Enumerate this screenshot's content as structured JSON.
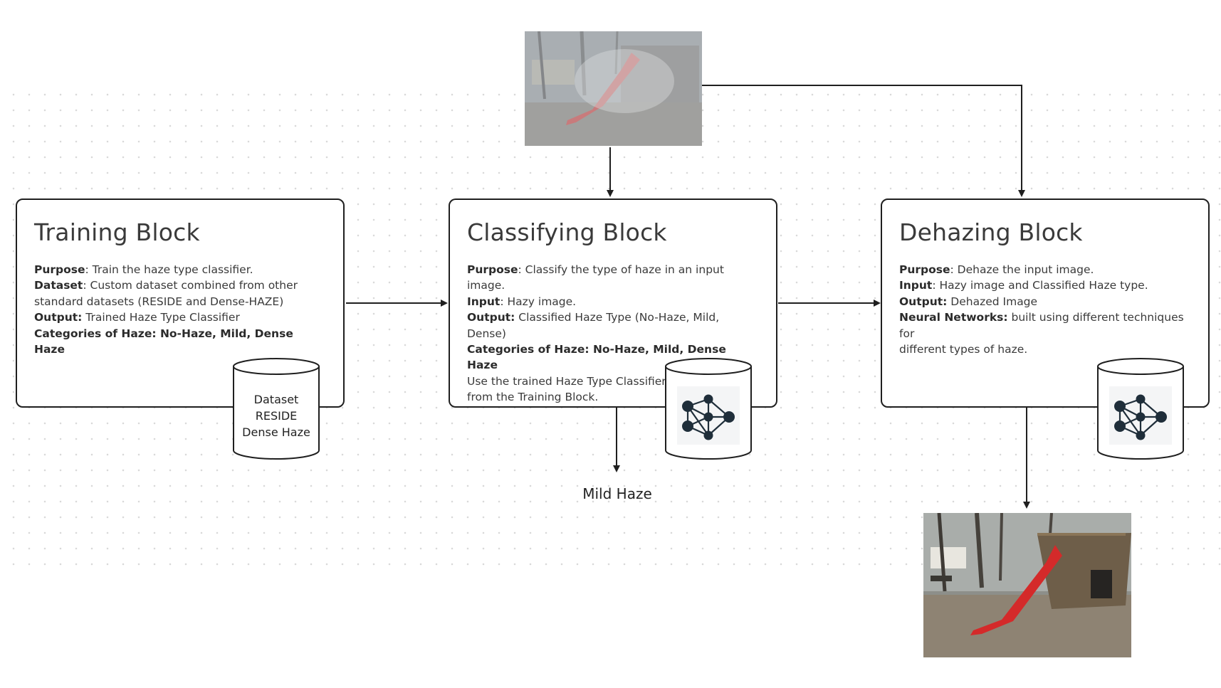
{
  "training": {
    "title": "Training Block",
    "purpose_label": "Purpose",
    "purpose_text": ": Train the haze type classifier.",
    "dataset_label": "Dataset",
    "dataset_text": ": Custom dataset combined from other",
    "dataset_text2": "standard datasets (RESIDE and Dense-HAZE)",
    "output_label": "Output:",
    "output_text": " Trained Haze Type Classifier",
    "categories_line": "Categories of Haze: No-Haze, Mild, Dense Haze",
    "cylinder": {
      "line1": "Dataset",
      "line2": "RESIDE",
      "line3": "Dense Haze"
    }
  },
  "classifying": {
    "title": "Classifying Block",
    "purpose_label": "Purpose",
    "purpose_text": ": Classify the type of haze in an input",
    "purpose_text2": "image.",
    "input_label": "Input",
    "input_text": ": Hazy image.",
    "output_label": "Output:",
    "output_text": " Classified Haze Type (No-Haze, Mild, Dense)",
    "categories_line": "Categories of Haze: No-Haze, Mild, Dense Haze",
    "note1": "Use the trained Haze Type Classifier",
    "note2": "from the Training Block.",
    "cylinder_icon": "neural-network-icon"
  },
  "dehazing": {
    "title": "Dehazing Block",
    "purpose_label": "Purpose",
    "purpose_text": ": Dehaze the input image.",
    "input_label": "Input",
    "input_text": ": Hazy image and Classified Haze type.",
    "output_label": "Output:",
    "output_text": " Dehazed Image",
    "nn_label": "Neural Networks:",
    "nn_text": " built using different techniques for",
    "nn_text2": "different types of haze.",
    "cylinder_icon": "neural-network-icon"
  },
  "classifier_result": "Mild Haze",
  "colors": {
    "border": "#1f1f1f",
    "text": "#3a3a3a",
    "slide_red": "#d42a2a",
    "icon_dark": "#1f2e3a"
  }
}
